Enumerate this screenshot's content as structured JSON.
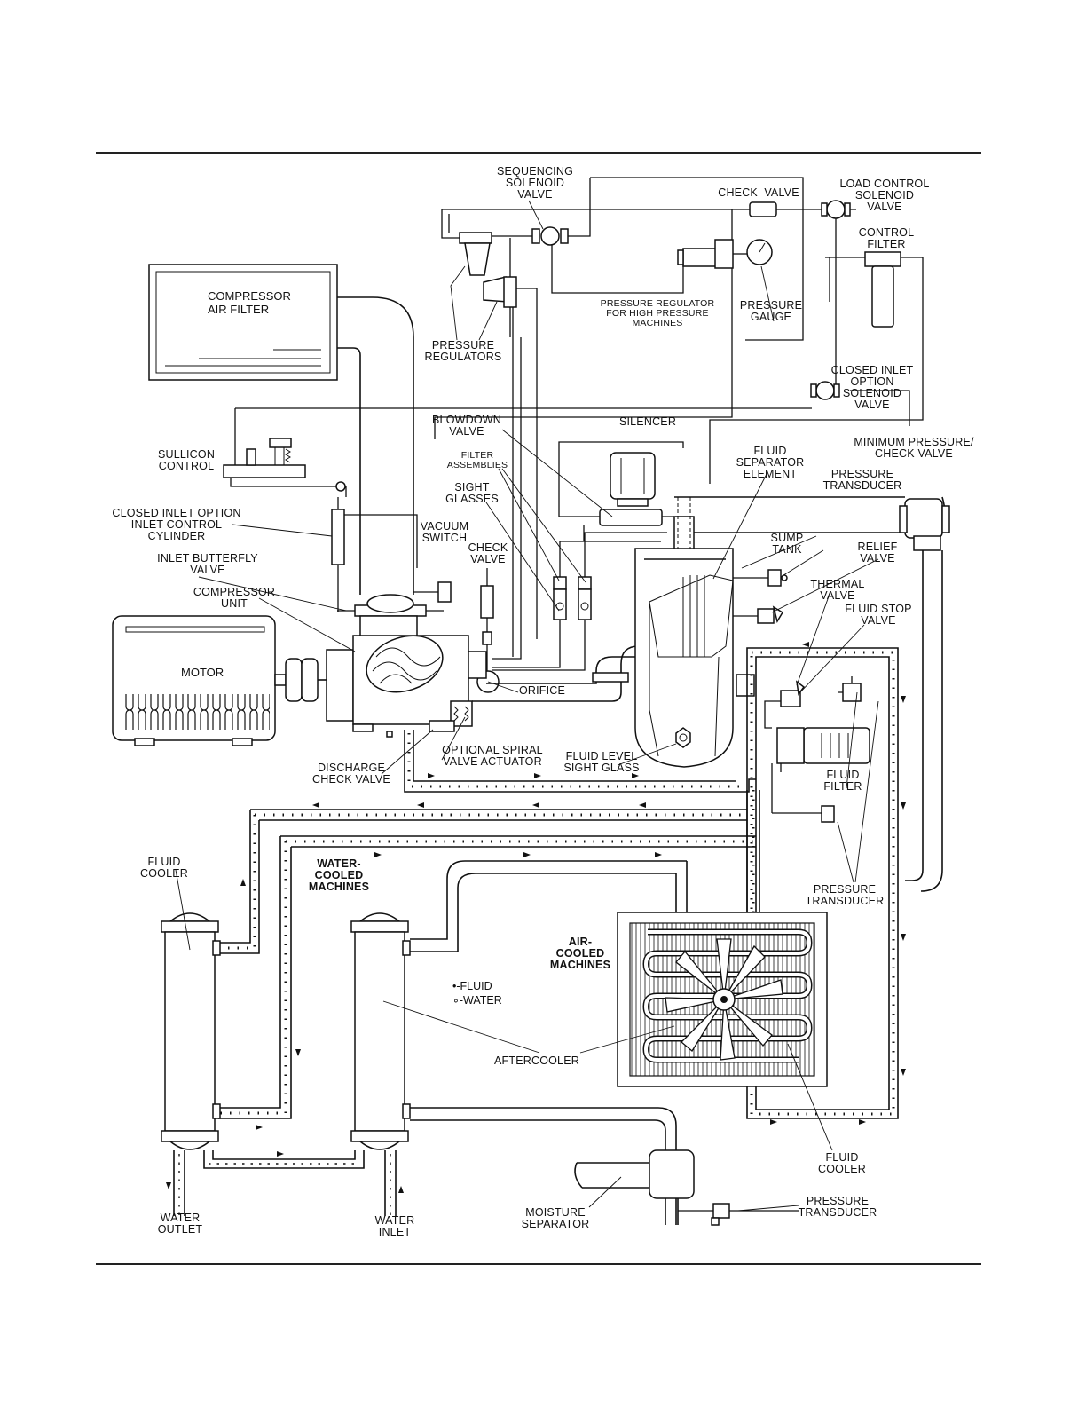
{
  "labels": {
    "sequencing_solenoid_valve": "SEQUENCING\nSOLENOID\nVALVE",
    "check_valve_top": "CHECK  VALVE",
    "load_control_solenoid_valve": "LOAD CONTROL\nSOLENOID\nVALVE",
    "control_filter": "CONTROL\nFILTER",
    "compressor_air_filter": "COMPRESSOR\nAIR FILTER",
    "pressure_regulators": "PRESSURE\nREGULATORS",
    "pressure_regulator_high": "PRESSURE REGULATOR\nFOR HIGH PRESSURE\nMACHINES",
    "pressure_gauge": "PRESSURE\nGAUGE",
    "closed_inlet_option_solenoid_valve": "CLOSED INLET\nOPTION\nSOLENOID\nVALVE",
    "blowdown_valve": "BLOWDOWN\nVALVE",
    "silencer": "SILENCER",
    "sullicon_control": "SULLICON\nCONTROL",
    "filter_assemblies": "FILTER\nASSEMBLIES",
    "fluid_separator_element": "FLUID\nSEPARATOR\nELEMENT",
    "minimum_pressure_check_valve": "MINIMUM PRESSURE/\nCHECK VALVE",
    "pressure_transducer_top": "PRESSURE\nTRANSDUCER",
    "sight_glasses": "SIGHT\nGLASSES",
    "closed_inlet_option_cylinder": "CLOSED INLET OPTION\nINLET CONTROL\nCYLINDER",
    "vacuum_switch": "VACUUM\nSWITCH",
    "check_valve_mid": "CHECK\nVALVE",
    "sump_tank": "SUMP\nTANK",
    "relief_valve": "RELIEF\nVALVE",
    "inlet_butterfly_valve": "INLET BUTTERFLY\nVALVE",
    "thermal_valve": "THERMAL\nVALVE",
    "compressor_unit": "COMPRESSOR\nUNIT",
    "fluid_stop_valve": "FLUID STOP\nVALVE",
    "motor": "MOTOR",
    "orifice": "ORIFICE",
    "optional_spiral_valve_actuator": "OPTIONAL SPIRAL\nVALVE ACTUATOR",
    "fluid_level_sight_glass": "FLUID LEVEL\nSIGHT GLASS",
    "discharge_check_valve": "DISCHARGE\nCHECK VALVE",
    "fluid_filter": "FLUID\nFILTER",
    "fluid_cooler_left": "FLUID\nCOOLER",
    "water_cooled_machines": "WATER-\nCOOLED\nMACHINES",
    "pressure_transducer_right": "PRESSURE\nTRANSDUCER",
    "air_cooled_machines": "AIR-\nCOOLED\nMACHINES",
    "aftercooler": "AFTERCOOLER",
    "fluid_cooler_right": "FLUID\nCOOLER",
    "water_outlet": "WATER\nOUTLET",
    "water_inlet": "WATER\nINLET",
    "moisture_separator": "MOISTURE\nSEPARATOR",
    "pressure_transducer_bottom": "PRESSURE\nTRANSDUCER"
  },
  "legend": {
    "fluid": "•-FLUID",
    "water": "∘-WATER"
  }
}
